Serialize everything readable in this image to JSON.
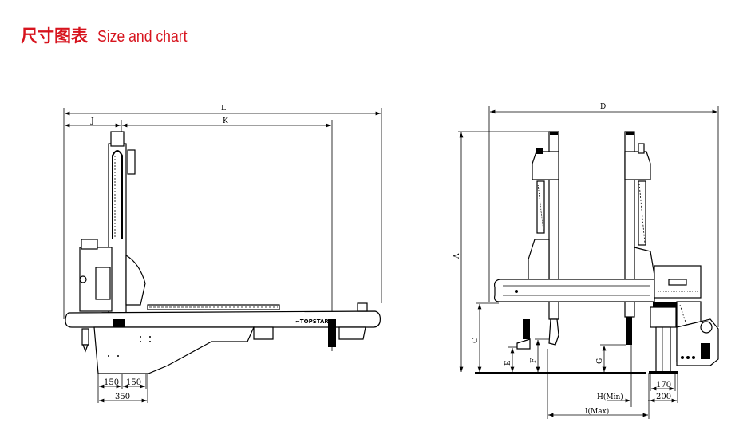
{
  "header": {
    "title_cn": "尺寸图表",
    "title_en": "Size and chart",
    "accent": "#d7141e"
  },
  "side_view": {
    "labels": {
      "L": "L",
      "J": "J",
      "K": "K"
    },
    "dims": {
      "d1": "150",
      "d2": "150",
      "d3": "350"
    }
  },
  "front_view": {
    "labels": {
      "D": "D",
      "A": "A",
      "C": "C",
      "E": "E",
      "F": "F",
      "G": "G",
      "H": "H(Min)",
      "I": "I(Max)"
    },
    "dims": {
      "d170": "170",
      "d200": "200"
    }
  }
}
